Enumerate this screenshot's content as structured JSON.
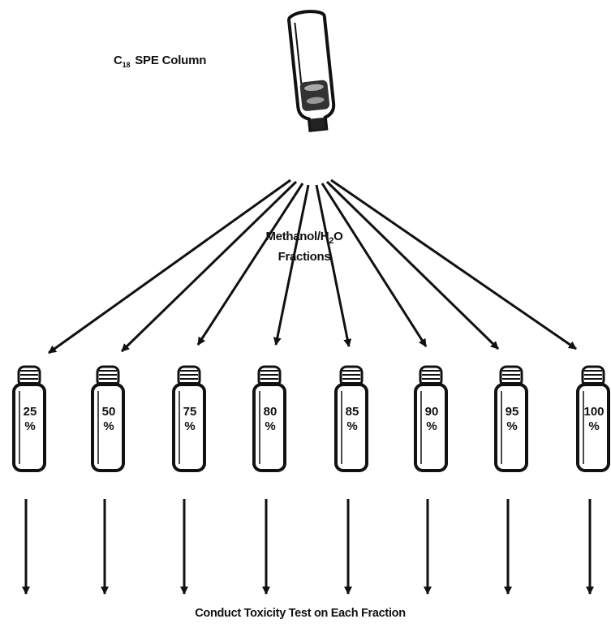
{
  "column": {
    "label_prefix": "C",
    "label_subscript": "18",
    "label_suffix": "SPE Column"
  },
  "fractions": {
    "line1_prefix": "Methanol/H",
    "line1_subscript": "2",
    "line1_suffix": "O",
    "line2": "Fractions"
  },
  "vials": [
    {
      "value": "25",
      "unit": "%"
    },
    {
      "value": "50",
      "unit": "%"
    },
    {
      "value": "75",
      "unit": "%"
    },
    {
      "value": "80",
      "unit": "%"
    },
    {
      "value": "85",
      "unit": "%"
    },
    {
      "value": "90",
      "unit": "%"
    },
    {
      "value": "95",
      "unit": "%"
    },
    {
      "value": "100",
      "unit": "%"
    }
  ],
  "footer": {
    "text": "Conduct Toxicity Test on Each Fraction"
  }
}
